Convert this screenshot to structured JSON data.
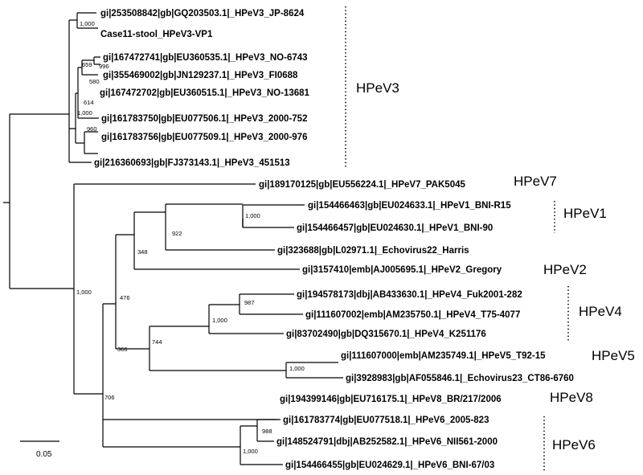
{
  "leaves": [
    "gi|253508842|gb|GQ203503.1|_HPeV3_JP-8624",
    "Case11-stool_HPeV3-VP1",
    "gi|167472741|gb|EU360535.1|_HPeV3_NO-6743",
    "gi|355469002|gb|JN129237.1|_HPeV3_FI0688",
    "gi|167472702|gb|EU360515.1|_HPeV3_NO-13681",
    "gi|161783750|gb|EU077506.1|_HPeV3_2000-752",
    "gi|161783756|gb|EU077509.1|_HPeV3_2000-976",
    "gi|216360693|gb|FJ373143.1|_HPeV3_451513",
    "gi|189170125|gb|EU556224.1|_HPeV7_PAK5045",
    "gi|154466463|gb|EU024633.1|_HPeV1_BNI-R15",
    "gi|154466457|gb|EU024630.1|_HPeV1_BNI-90",
    "gi|323688|gb|L02971.1|_Echovirus22_Harris",
    "gi|3157410|emb|AJ005695.1|_HPeV2_Gregory",
    "gi|194578173|dbj|AB433630.1|_HPeV4_Fuk2001-282",
    "gi|111607002|emb|AM235750.1|_HPeV4_T75-4077",
    "gi|83702490|gb|DQ315670.1|_HPeV4_K251176",
    "gi|111607000|emb|AM235749.1|_HPeV5_T92-15",
    "gi|3928983|gb|AF055846.1|_Echovirus23_CT86-6760",
    "gi|194399146|gb|EU716175.1|_HPeV8_BR/217/2006",
    "gi|161783774|gb|EU077518.1|_HPeV6_2005-823",
    "gi|148524791|dbj|AB252582.1|_HPeV6_NII561-2000",
    "gi|154466455|gb|EU024629.1|_HPeV6_BNI-67/03"
  ],
  "bootstraps": {
    "hpev3_jp_case": "1,000",
    "hpev3_a": "659",
    "hpev3_b": "996",
    "hpev3_c": "580",
    "hpev3_d": "614",
    "hpev3_e": "1,000",
    "hpev3_f": "960",
    "hpev1": "1,000",
    "hpev1_echo22": "922",
    "hpev1_2": "348",
    "root_main": "1,000",
    "hpev4_a": "987",
    "hpev4_b": "1,000",
    "hpev4_5": "744",
    "hpev4_5_2": "476",
    "deep": "366",
    "hpev5": "1,000",
    "hpev8_6": "706",
    "hpev6_a": "988",
    "hpev6_b": "1,000"
  },
  "clades": {
    "hpev3": "HPeV3",
    "hpev7": "HPeV7",
    "hpev1": "HPeV1",
    "hpev2": "HPeV2",
    "hpev4": "HPeV4",
    "hpev5": "HPeV5",
    "hpev8": "HPeV8",
    "hpev6": "HPeV6"
  },
  "scale_bar": {
    "label": "0.05"
  }
}
